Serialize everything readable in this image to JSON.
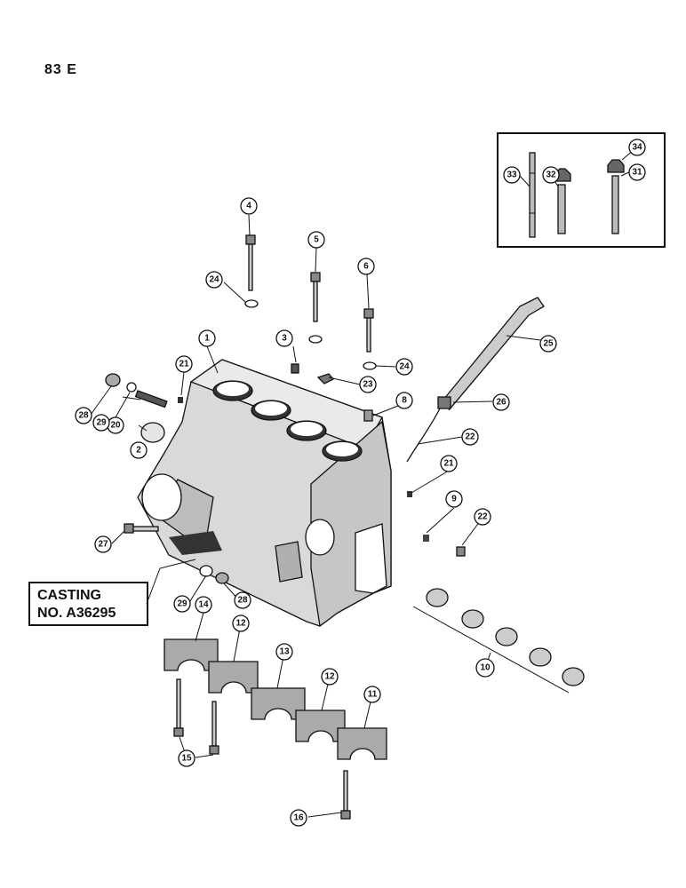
{
  "page_code": "83 E",
  "casting_note": {
    "line1": "CASTING",
    "line2": "NO. A36295"
  },
  "callouts": {
    "c1": "1",
    "c2": "2",
    "c3": "3",
    "c4": "4",
    "c5": "5",
    "c6": "6",
    "c8": "8",
    "c9": "9",
    "c10": "10",
    "c11": "11",
    "c12a": "12",
    "c12b": "12",
    "c13": "13",
    "c14": "14",
    "c15": "15",
    "c16": "16",
    "c20": "20",
    "c21a": "21",
    "c21b": "21",
    "c22a": "22",
    "c22b": "22",
    "c23": "23",
    "c24a": "24",
    "c24b": "24",
    "c25": "25",
    "c26": "26",
    "c27": "27",
    "c28a": "28",
    "c28b": "28",
    "c29a": "29",
    "c29b": "29",
    "c31": "31",
    "c32": "32",
    "c33": "33",
    "c34": "34"
  },
  "colors": {
    "ink": "#111111",
    "casting": "#d9d9d9",
    "shade": "#7a7a7a",
    "bore": "#333333"
  }
}
